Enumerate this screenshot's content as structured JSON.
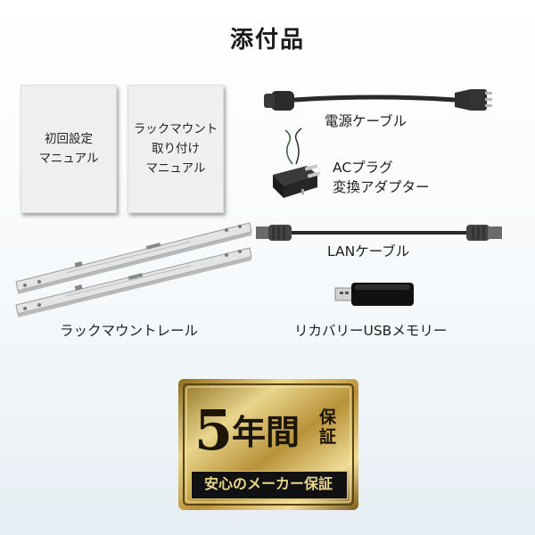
{
  "page": {
    "title": "添付品"
  },
  "items": {
    "manual_initial": "初回設定\nマニュアル",
    "manual_rack": "ラックマウント\n取り付け\nマニュアル",
    "power_cable": "電源ケーブル",
    "ac_adapter": "ACプラグ\n変換アダプター",
    "lan_cable": "LANケーブル",
    "rack_rail": "ラックマウントレール",
    "usb_memory": "リカバリーUSBメモリー"
  },
  "warranty": {
    "years": "5",
    "unit": "年間",
    "suffix": "保証",
    "subtitle": "安心のメーカー保証"
  },
  "colors": {
    "gold_dark": "#6b5316",
    "gold_light": "#e9d58c",
    "cable": "#2a2a2a"
  }
}
